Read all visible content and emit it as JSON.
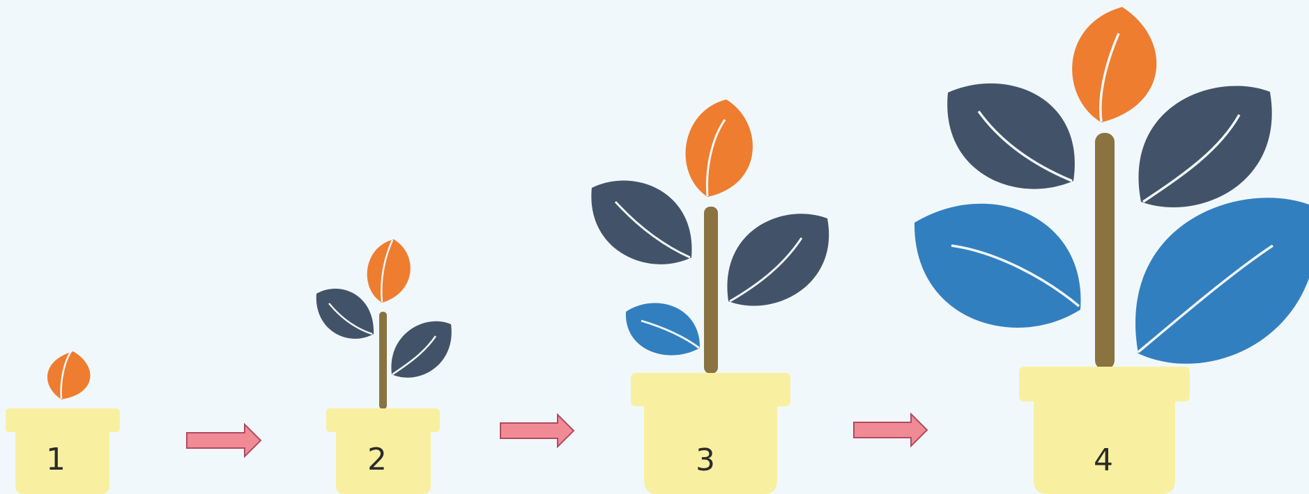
{
  "steps": [
    {
      "number": "1"
    },
    {
      "number": "2"
    },
    {
      "number": "3"
    },
    {
      "number": "4"
    }
  ],
  "colors": {
    "background": "#f1f8fb",
    "pot": "#f8f0a0",
    "stem": "#8a7340",
    "leaf_orange": "#ee7d30",
    "leaf_dark": "#425369",
    "leaf_blue": "#327fc0",
    "arrow_fill": "#f08a94",
    "arrow_stroke": "#b04a60"
  },
  "icons": {
    "pot": "flower-pot-icon",
    "leaf": "leaf-icon",
    "arrow": "right-arrow-icon"
  }
}
